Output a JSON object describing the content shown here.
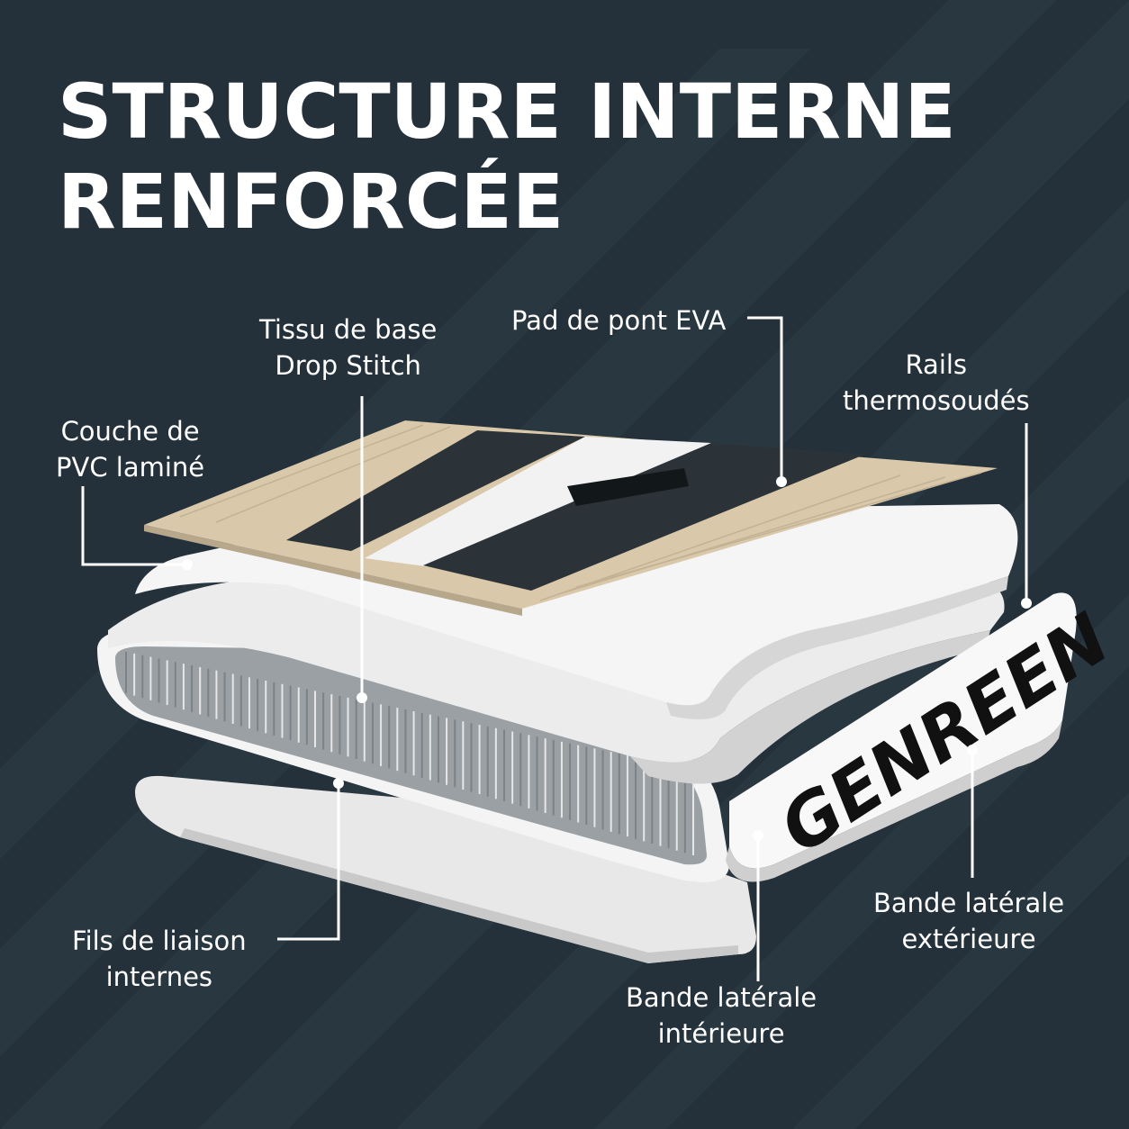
{
  "title": {
    "line1": "STRUCTURE INTERNE",
    "line2": "RENFORCÉE"
  },
  "labels": {
    "pvc": {
      "line1": "Couche de",
      "line2": "PVC laminé"
    },
    "drop_stitch": {
      "line1": "Tissu de base",
      "line2": "Drop Stitch"
    },
    "eva": {
      "line1": "Pad de pont EVA"
    },
    "rails": {
      "line1": "Rails",
      "line2": "thermosoudés"
    },
    "fils": {
      "line1": "Fils de liaison",
      "line2": "internes"
    },
    "bande_int": {
      "line1": "Bande latérale",
      "line2": "intérieure"
    },
    "bande_ext": {
      "line1": "Bande latérale",
      "line2": "extérieure"
    }
  },
  "brand": "GENREEN",
  "colors": {
    "background": "#24313a",
    "text": "#ffffff",
    "deck_beige": "#d8c7a9",
    "deck_dark": "#2b3237",
    "pvc_white": "#f2f2f2",
    "leader_line": "#ffffff"
  }
}
